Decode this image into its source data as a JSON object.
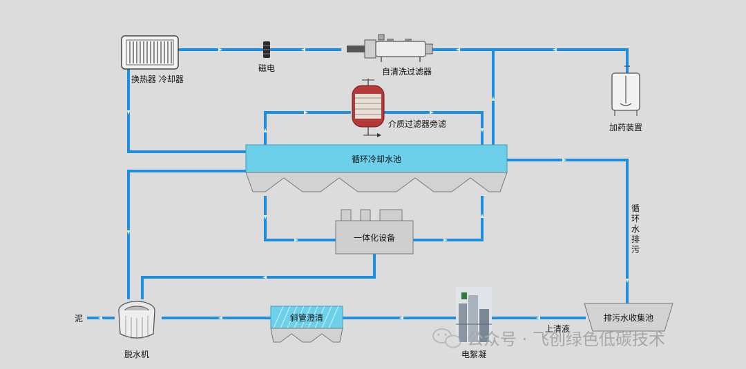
{
  "labels": {
    "heat_exchanger": "换热器 冷却器",
    "magnet": "磁电",
    "self_clean_filter": "自清洗过滤器",
    "dosing": "加药装置",
    "media_filter": "介质过滤器旁滤",
    "cooling_pool": "循环冷却水池",
    "integrated_equipment": "一体化设备",
    "blowdown_vertical": [
      "循",
      "环",
      "水",
      "排",
      "污"
    ],
    "sludge": "泥",
    "dewatering": "脱水机",
    "inclined_tube": "斜管澄清",
    "electro_floc": "电絮凝",
    "supernatant": "上清液",
    "blowdown_pool": "排污水收集池"
  },
  "watermark": {
    "text": "公众号 · 飞创绿色低碳技术"
  },
  "colors": {
    "pipe": "#1e8fe0",
    "water": "#6dd0ea",
    "tank_gray": "#d2d2d2",
    "background": "#dcdcdc"
  }
}
